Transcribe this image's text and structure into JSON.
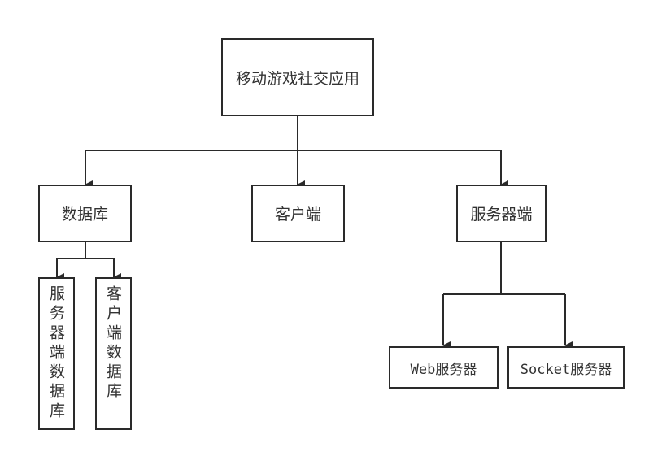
{
  "nodes": {
    "root": {
      "label": "移动游戏社交应用"
    },
    "database": {
      "label": "数据库"
    },
    "client": {
      "label": "客户端"
    },
    "server": {
      "label": "服务器端"
    },
    "server_db": {
      "label": "服务器端数据库"
    },
    "client_db": {
      "label": "客户端数据库"
    },
    "web_server": {
      "label": "Web服务器"
    },
    "socket_server": {
      "label": "Socket服务器"
    }
  },
  "colors": {
    "line": "#2a2a2a",
    "text": "#333333",
    "background": "#ffffff"
  }
}
